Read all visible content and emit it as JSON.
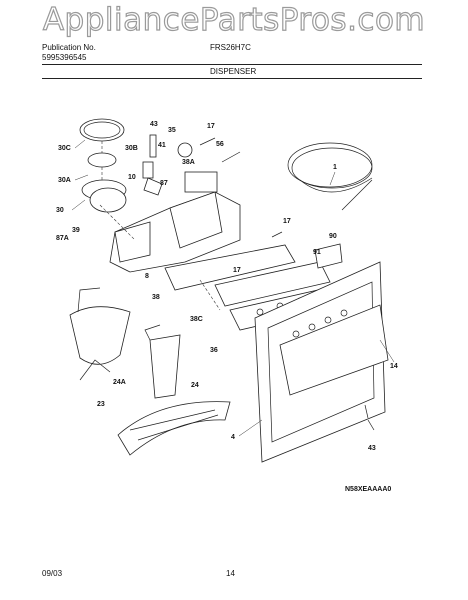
{
  "watermark": "AppliancePartsPros.com",
  "header": {
    "publication_label": "Publication No.",
    "publication_number": "5995396545",
    "model": "FRS26H7C",
    "section": "DISPENSER"
  },
  "callouts": [
    "43",
    "17",
    "35",
    "30C",
    "30B",
    "41",
    "56",
    "38A",
    "30A",
    "10",
    "87",
    "1",
    "30",
    "39",
    "17",
    "87A",
    "90",
    "91",
    "8",
    "17",
    "38",
    "38C",
    "36",
    "24A",
    "24",
    "14",
    "23",
    "4",
    "43"
  ],
  "diagram_code": "N58XEAAAA0",
  "footer": {
    "date": "09/03",
    "page": "14"
  }
}
